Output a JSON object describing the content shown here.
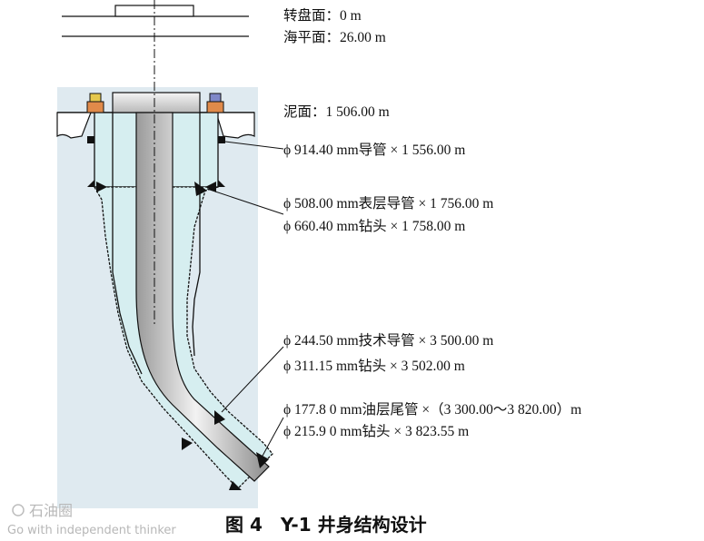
{
  "elevations": {
    "rotary_table": "转盘面：0 m",
    "sea_level": "海平面：26.00 m",
    "mudline": "泥面：1 506.00 m"
  },
  "callouts": [
    "ϕ 914.40 mm导管 × 1 556.00 m",
    "ϕ 508.00 mm表层导管 × 1 756.00 m",
    "ϕ 660.40 mm钻头 × 1 758.00 m",
    "ϕ 244.50 mm技术导管 × 3 500.00 m",
    "ϕ 311.15 mm钻头 × 3 502.00 m",
    "ϕ 177.8 0 mm油层尾管 ×（3 300.00～3 820.00）m",
    "ϕ 215.9 0 mm钻头 × 3 823.55 m"
  ],
  "caption": "图 4　Y-1 井身结构设计",
  "watermark": {
    "brand": "石油圈",
    "slogan": "Go with independent thinker"
  },
  "colors": {
    "water": "#dfeaf0",
    "casing_fill": "#d6eef0",
    "pipe_gray": "#c8c8c8",
    "cement": "#ffffff",
    "line": "#111111"
  }
}
